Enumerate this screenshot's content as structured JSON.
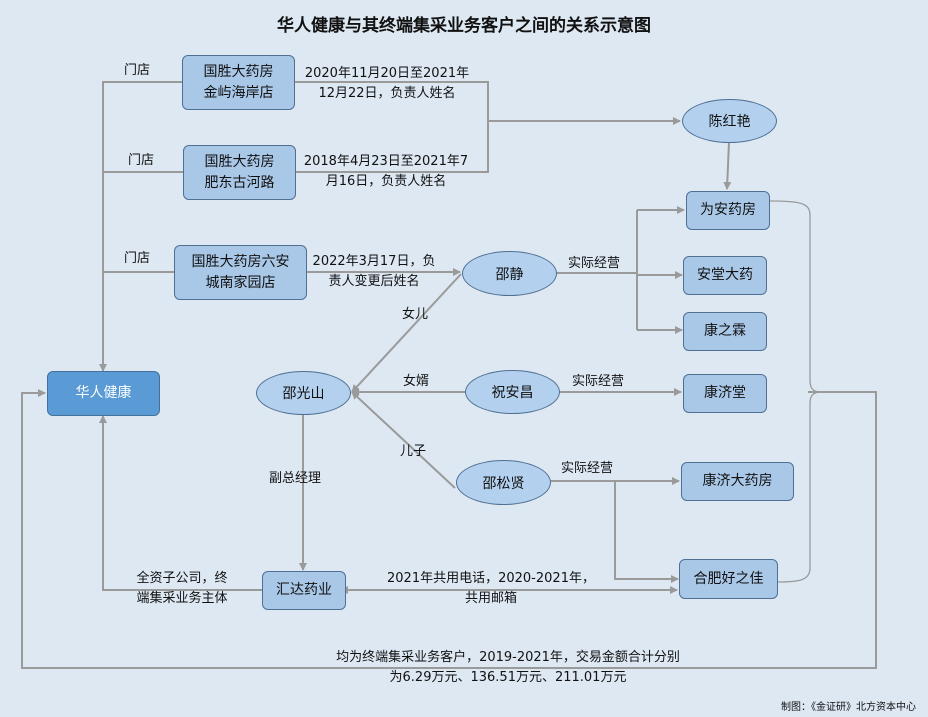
{
  "title": "华人健康与其终端集采业务客户之间的关系示意图",
  "nodes": {
    "huaren": "华人健康",
    "store1": "国胜大药房\n金屿海岸店",
    "store2": "国胜大药房\n肥东古河路",
    "store3": "国胜大药房六安\n城南家园店",
    "chen": "陈红艳",
    "weian": "为安药房",
    "shaojing": "邵静",
    "antang": "安堂大药",
    "kangzhi": "康之霖",
    "shaoguang": "邵光山",
    "zhuan": "祝安昌",
    "kangjitang": "康济堂",
    "shaosong": "邵松贤",
    "kangjida": "康济大药房",
    "hefei": "合肥好之佳",
    "huida": "汇达药业"
  },
  "labels": {
    "mendian1": "门店",
    "mendian2": "门店",
    "mendian3": "门店",
    "date1": "2020年11月20日至2021年\n12月22日，负责人姓名",
    "date2": "2018年4月23日至2021年7\n月16日，负责人姓名",
    "date3": "2022年3月17日，负\n责人变更后姓名",
    "op1": "实际经营",
    "op2": "实际经营",
    "op3": "实际经营",
    "daughter": "女儿",
    "soninlaw": "女婿",
    "son": "儿子",
    "deputy": "副总经理",
    "subsidiary": "全资子公司，终\n端集采业务主体",
    "shared": "2021年共用电话，2020-2021年，\n共用邮箱",
    "bottom": "均为终端集采业务客户，2019-2021年，交易金额合计分别\n为6.29万元、136.51万元、211.01万元"
  },
  "footer": "制图：《金证研》北方资本中心",
  "colors": {
    "background": "#dde8f3",
    "box": "#a9c8e8",
    "main_box": "#5b9bd5",
    "line": "#999999"
  }
}
